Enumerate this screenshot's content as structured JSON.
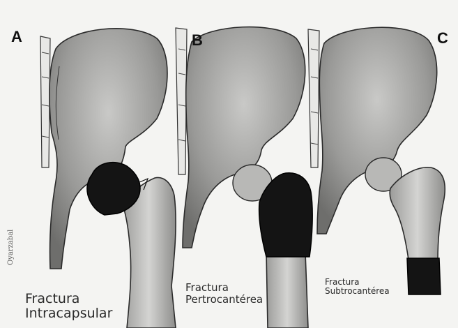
{
  "panels": [
    {
      "letter": "A",
      "caption_line1": "Fractura",
      "caption_line2": "Intracapsular"
    },
    {
      "letter": "B",
      "caption_line1": "Fractura",
      "caption_line2": "Pertrocantérea"
    },
    {
      "letter": "C",
      "caption_line1": "Fractura",
      "caption_line2": "Subtrocantérea"
    }
  ],
  "signature": "Oyarzabal",
  "colors": {
    "background": "#f4f4f2",
    "bone_shade": "#8a8a8a",
    "fracture_fill": "#141414",
    "outline": "#2a2a2a"
  }
}
